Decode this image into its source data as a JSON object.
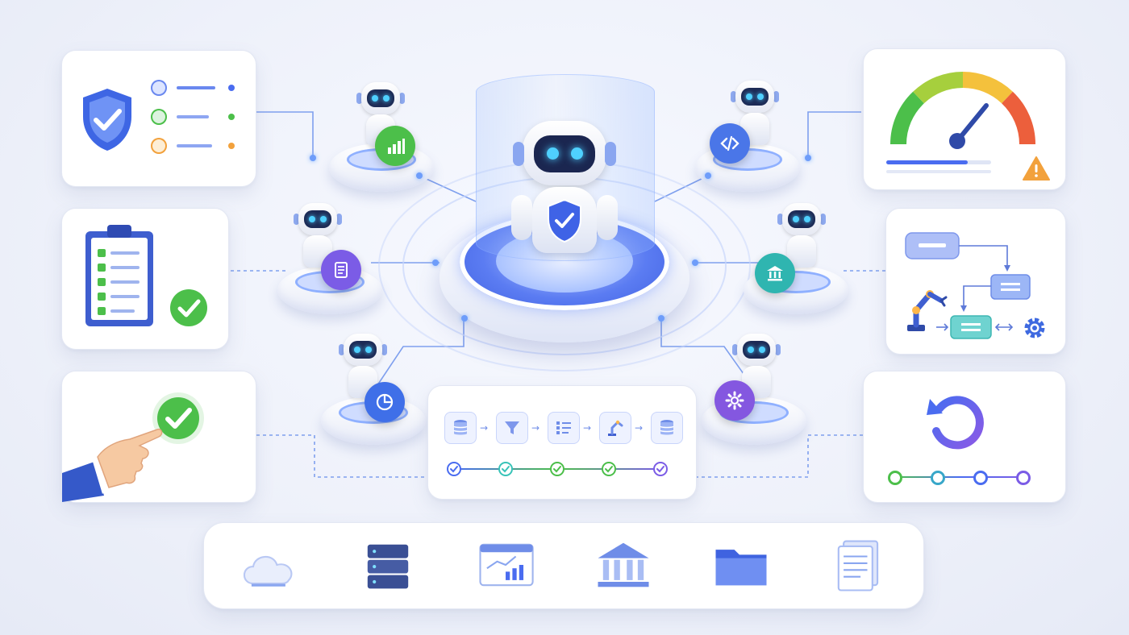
{
  "diagram": {
    "colors": {
      "accent_blue": "#4a6cf0",
      "wire_blue": "#6f95ec",
      "green": "#4cbf4a",
      "purple": "#7b5ce6",
      "orange": "#f2a13c",
      "red": "#e84a3b",
      "teal": "#38c3b8"
    },
    "core": {
      "icon": "shield-check-icon"
    },
    "agents": [
      {
        "id": "agent-analytics",
        "badge_icon": "bar-chart-icon",
        "badge_color": "#4cbf4a"
      },
      {
        "id": "agent-code",
        "badge_icon": "code-icon",
        "badge_color": "#4a76e8"
      },
      {
        "id": "agent-documents",
        "badge_icon": "document-icon",
        "badge_color": "#7b5ce6"
      },
      {
        "id": "agent-banking",
        "badge_icon": "bank-icon",
        "badge_color": "#2fb5b0"
      },
      {
        "id": "agent-reports",
        "badge_icon": "pie-chart-icon",
        "badge_color": "#3f6fe8"
      },
      {
        "id": "agent-settings",
        "badge_icon": "gear-icon",
        "badge_color": "#8457e0"
      }
    ],
    "panels": {
      "access_control": {
        "icons": [
          "shield-check-icon",
          "user-icon",
          "user-icon",
          "user-icon"
        ],
        "status_colors": [
          "#4a6cf0",
          "#4cbf4a",
          "#f2a13c"
        ]
      },
      "checklist": {
        "icons": [
          "clipboard-icon",
          "check-circle-icon"
        ],
        "items": 5
      },
      "approval": {
        "icons": [
          "hand-pointer-icon",
          "check-circle-icon"
        ]
      },
      "risk_gauge": {
        "icons": [
          "gauge-icon",
          "warning-icon"
        ],
        "gauge_level": 0.78
      },
      "workflow": {
        "icons": [
          "robot-arm-icon",
          "gear-icon"
        ]
      },
      "rollback": {
        "icons": [
          "undo-icon"
        ],
        "checkpoints": 4
      },
      "pipeline": {
        "steps": [
          "database-icon",
          "filter-icon",
          "checklist-icon",
          "robot-arm-icon",
          "database-icon"
        ]
      }
    },
    "data_sources": [
      "cloud-icon",
      "server-icon",
      "dashboard-icon",
      "bank-icon",
      "folder-icon",
      "documents-icon"
    ]
  }
}
